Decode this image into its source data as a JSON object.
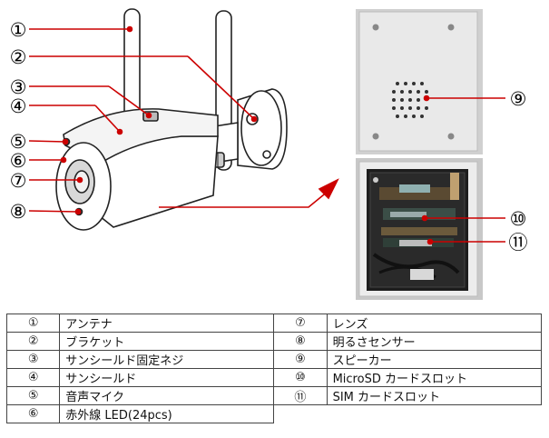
{
  "callouts": [
    "①",
    "②",
    "③",
    "④",
    "⑤",
    "⑥",
    "⑦",
    "⑧",
    "⑨",
    "⑩",
    "⑪"
  ],
  "parts": [
    {
      "num": "①",
      "name": "アンテナ"
    },
    {
      "num": "②",
      "name": "ブラケット"
    },
    {
      "num": "③",
      "name": "サンシールド固定ネジ"
    },
    {
      "num": "④",
      "name": "サンシールド"
    },
    {
      "num": "⑤",
      "name": "音声マイク"
    },
    {
      "num": "⑥",
      "name": "赤外線 LED(24pcs)"
    },
    {
      "num": "⑦",
      "name": "レンズ"
    },
    {
      "num": "⑧",
      "name": "明るさセンサー"
    },
    {
      "num": "⑨",
      "name": "スピーカー"
    },
    {
      "num": "⑩",
      "name": "MicroSD カードスロット"
    },
    {
      "num": "⑪",
      "name": "SIM カードスロット"
    }
  ],
  "colors": {
    "leader_line": "#cc0000",
    "outline": "#222222",
    "panel": "#e9e9e9"
  }
}
